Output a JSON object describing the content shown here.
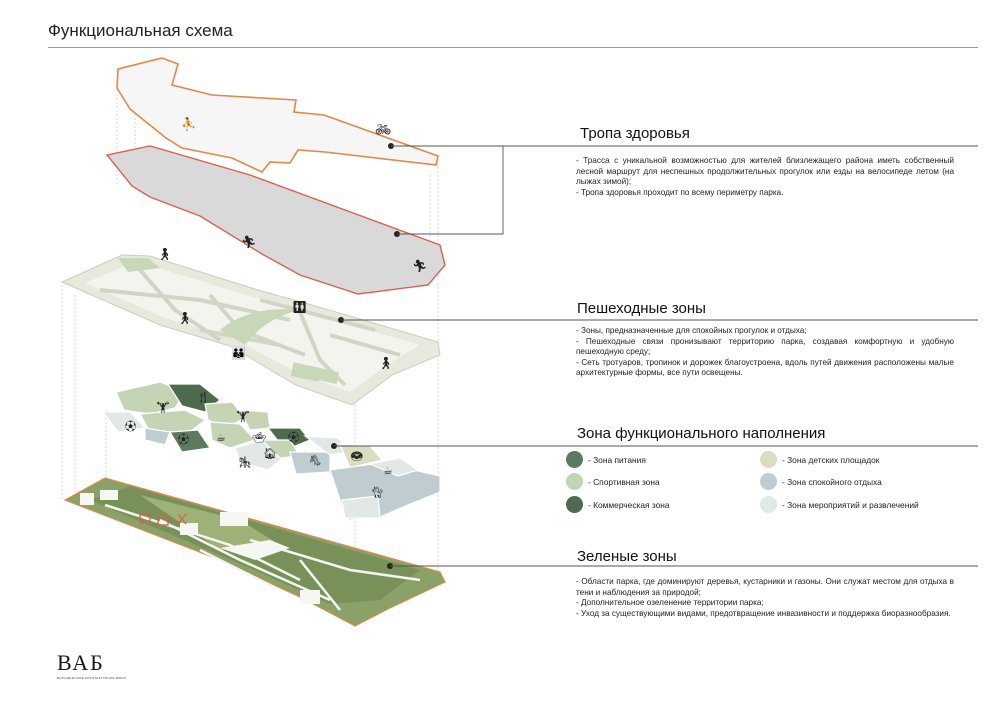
{
  "page": {
    "title": "Функциональная схема"
  },
  "sections": {
    "health_trail": {
      "title": "Тропа здоровья",
      "items": [
        "- Трасса с уникальной возможностью для жителей близлежащего района иметь собственный лесной маршрут для неспешных продолжительных прогулок или езды на велосипеде летом (на лыжах зимой);",
        "- Тропа здоровья проходит по всему периметру парка."
      ]
    },
    "pedestrian": {
      "title": "Пешеходные зоны",
      "items": [
        "- Зоны, предназначенные для спокойных прогулок и отдыха;",
        "- Пешеходные связи пронизывают территорию парка, создавая комфортную и удобную пешеходную среду;",
        "- Сеть тротуаров, тропинок и дорожек благоустроена, вдоль путей движения расположены малые архитектурные формы, все пути освещены."
      ]
    },
    "functional": {
      "title": "Зона функционального наполнения",
      "legend": [
        {
          "label": "- Зона питания",
          "color": "#5d7a60"
        },
        {
          "label": "- Спортивная зона",
          "color": "#c4d4b4"
        },
        {
          "label": "- Коммерческая зона",
          "color": "#4f6a4c"
        },
        {
          "label": "- Зона детских площадок",
          "color": "#dcdcc0"
        },
        {
          "label": "- Зона спокойного отдыха",
          "color": "#bfcdd0"
        },
        {
          "label": "- Зона мероприятий и развлечений",
          "color": "#e2e8e6"
        }
      ]
    },
    "green": {
      "title": "Зеленые зоны",
      "items": [
        "- Области парка, где доминируют деревья, кустарники и газоны. Они служат местом для отдыха в тени и наблюдения за природой;",
        "- Дополнительное озеленение территории парка;",
        "- Уход за существующими видами, предотвращение инвазивности и поддержка биоразнообразия."
      ]
    }
  },
  "logo": {
    "text": "ВАБ",
    "subtitle": "ВОРОНЕЖСКОЕ АРХИТЕКТУРНОЕ БЮРО"
  },
  "colors": {
    "trail_orange": "#e08a4a",
    "trail_red": "#d9624f",
    "path_fill": "#e6e9dc",
    "pale_green": "#c8d7b8",
    "dark_green": "#4f6a4c",
    "mid_green": "#5d7a60",
    "grey_blue": "#c3ced0",
    "cream": "#dcdcc0"
  },
  "icons": [
    "person-walking-icon",
    "bicycle-icon",
    "treadmill-icon",
    "running-icon",
    "dumbbell-icon",
    "food-icon",
    "playground-icon",
    "cat-icon",
    "ball-icon"
  ]
}
